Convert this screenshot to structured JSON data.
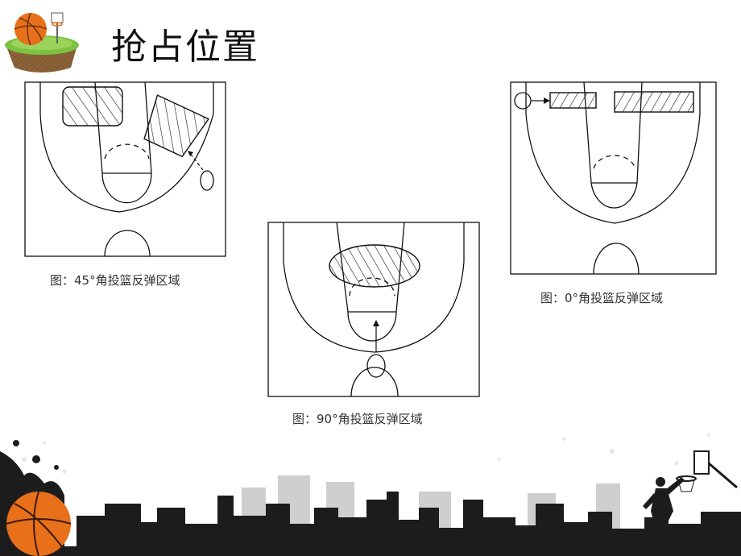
{
  "slide": {
    "title": "抢占位置",
    "colors": {
      "line": "#111111",
      "city": "#1c1c1c",
      "ball": "#e8701a"
    }
  },
  "courts": {
    "left_caption": "图：45°角投篮反弹区域",
    "center_caption": "图：90°角投篮反弹区域",
    "right_caption": "图：0°角投篮反弹区域"
  }
}
